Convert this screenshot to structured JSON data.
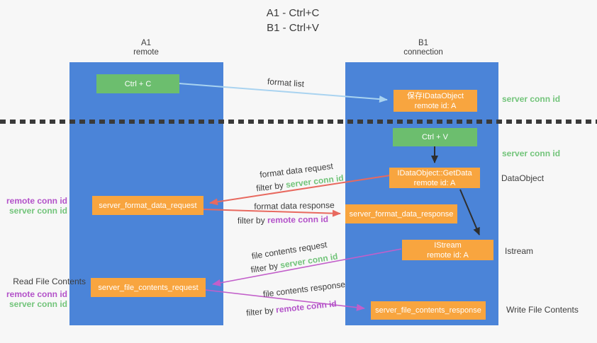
{
  "title": {
    "line1": "A1 - Ctrl+C",
    "line2": "B1 - Ctrl+V"
  },
  "columns": {
    "left": {
      "name": "A1",
      "role": "remote"
    },
    "right": {
      "name": "B1",
      "role": "connection"
    }
  },
  "nodes": {
    "ctrl_c": {
      "label": "Ctrl + C"
    },
    "save_dataobject": {
      "line1": "保存IDataObject",
      "line2": "remote id: A"
    },
    "ctrl_v": {
      "label": "Ctrl + V"
    },
    "getdata": {
      "line1": "IDataObject::GetData",
      "line2": "remote id: A"
    },
    "format_request": {
      "label": "server_format_data_request"
    },
    "format_response": {
      "label": "server_format_data_response"
    },
    "istream": {
      "line1": "IStream",
      "line2": "remote id: A"
    },
    "file_request": {
      "label": "server_file_contents_request"
    },
    "file_response": {
      "label": "server_file_contents_response"
    }
  },
  "arrow_labels": {
    "format_list": "format list",
    "format_data_request": "format data request",
    "format_data_response": "format data response",
    "file_contents_request": "file contents request",
    "file_contents_response": "file contents response",
    "filter_by": "filter by",
    "server_conn_id": "server conn id",
    "remote_conn_id": "remote conn id"
  },
  "side_labels": {
    "server_conn_id_top": "server conn id",
    "server_conn_id_mid": "server conn id",
    "dataobject": "DataObject",
    "istream": "Istream",
    "write_file_contents": "Write File Contents",
    "read_file_contents": "Read File Contents",
    "remote_conn_id": "remote conn id",
    "server_conn_id": "server conn id"
  },
  "colors": {
    "background": "#f7f7f7",
    "column_blue": "#4b84d8",
    "node_green": "#6cbe6e",
    "node_orange": "#f8a53f",
    "arrow_light_blue": "#a9d3f0",
    "arrow_red": "#e8695f",
    "arrow_purple": "#c25fca",
    "arrow_black": "#2e2e2e",
    "text_green": "#72c47a",
    "text_purple": "#b352c9",
    "text_dark": "#3d3d3d"
  }
}
